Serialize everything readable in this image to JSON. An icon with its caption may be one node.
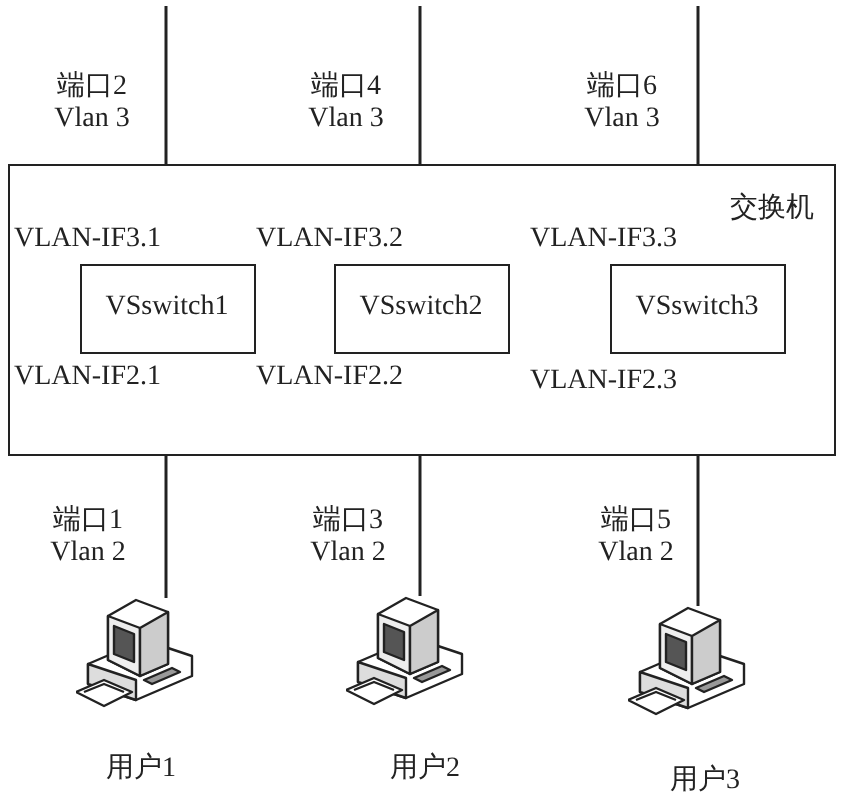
{
  "diagram": {
    "nodes": [
      {
        "text": [
          "交换机"
        ]
      },
      {
        "text": [
          "VSswitch1"
        ],
        "in": 0,
        "beside": [
          "VLAN-IF3.1",
          "VLAN-IF2.1"
        ]
      },
      {
        "text": [
          "VSswitch2"
        ],
        "in": 0,
        "beside": [
          "VLAN-IF3.2",
          "VLAN-IF2.2"
        ]
      },
      {
        "text": [
          "VSswitch3"
        ],
        "in": 0,
        "beside": [
          "VLAN-IF3.3",
          "VLAN-IF2.3"
        ]
      },
      {
        "text": [],
        "shape": "computer",
        "beside": [
          "用户1"
        ]
      },
      {
        "text": [],
        "shape": "computer",
        "beside": [
          "用户2"
        ]
      },
      {
        "text": [],
        "shape": "computer",
        "beside": [
          "用户3"
        ]
      }
    ],
    "edges": [
      {
        "from": null,
        "to": 1,
        "arrow": "none",
        "label": "端口2 Vlan 3"
      },
      {
        "from": null,
        "to": 2,
        "arrow": "none",
        "label": "端口4 Vlan 3"
      },
      {
        "from": null,
        "to": 3,
        "arrow": "none",
        "label": "端口6 Vlan 3"
      },
      {
        "from": 1,
        "to": 4,
        "arrow": "none",
        "label": "端口1 Vlan 2"
      },
      {
        "from": 2,
        "to": 5,
        "arrow": "none",
        "label": "端口3 Vlan 2"
      },
      {
        "from": 3,
        "to": 6,
        "arrow": "none",
        "label": "端口5 Vlan 2"
      }
    ]
  }
}
